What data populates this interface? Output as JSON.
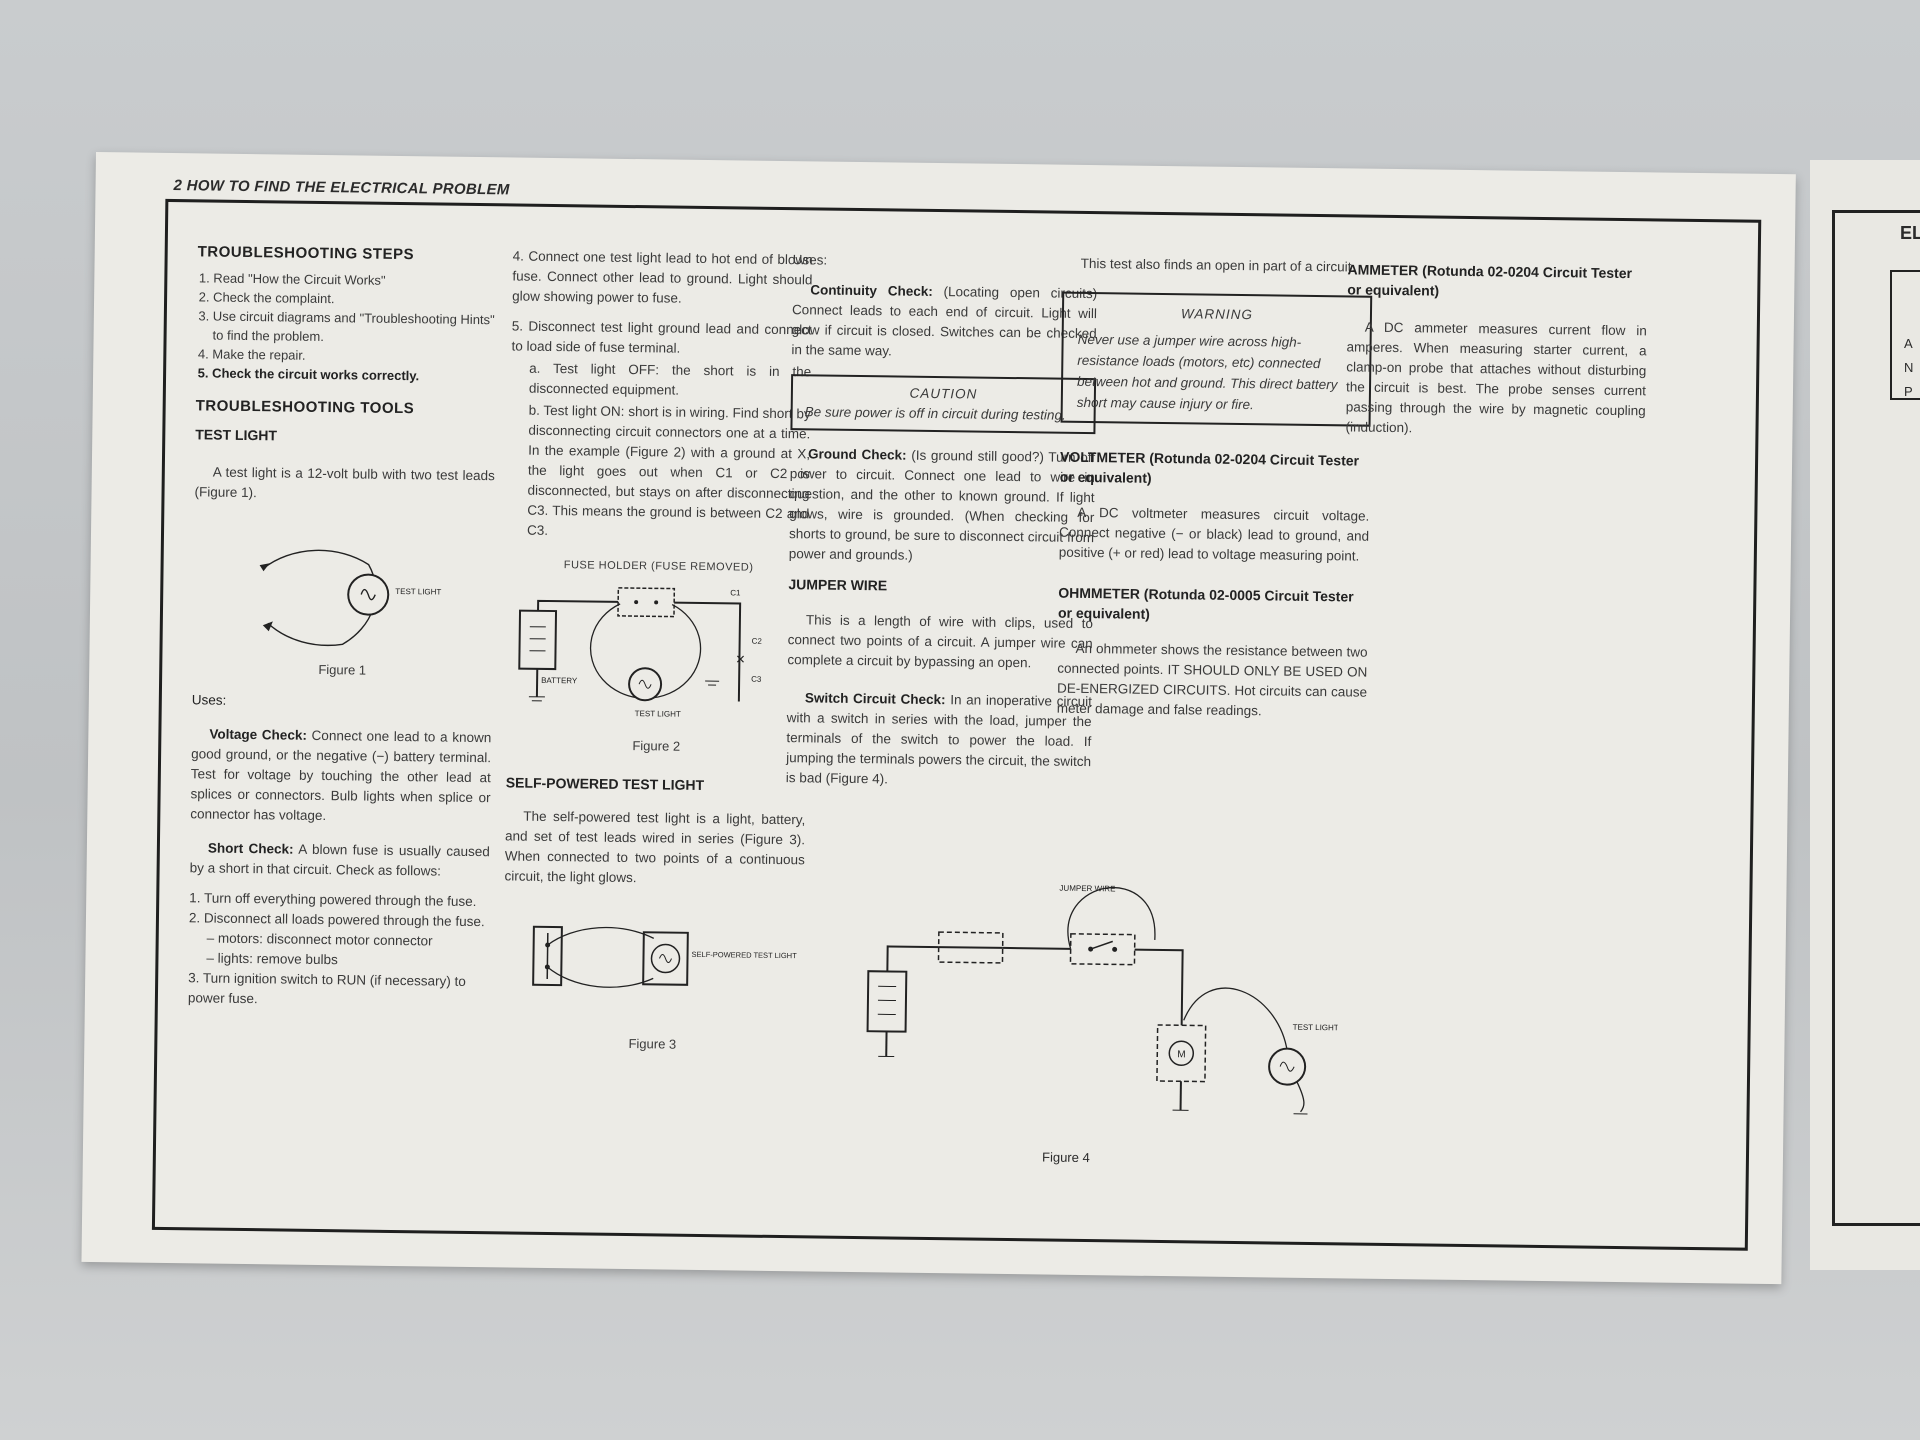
{
  "header": {
    "page_title": "2  HOW TO FIND THE ELECTRICAL PROBLEM"
  },
  "col1": {
    "steps_title": "TROUBLESHOOTING STEPS",
    "steps": [
      "Read \"How the Circuit Works\"",
      "Check the complaint.",
      "Use circuit diagrams and \"Troubleshooting Hints\" to find the problem.",
      "Make the repair.",
      "Check the circuit works correctly."
    ],
    "tools_title": "TROUBLESHOOTING TOOLS",
    "test_light_title": "TEST LIGHT",
    "test_light_text": "A test light is a 12-volt bulb with two test leads (Figure 1).",
    "figure1_label": "TEST LIGHT",
    "figure1_caption": "Figure 1",
    "uses_title": "Uses:",
    "voltage_check_label": "Voltage Check:",
    "voltage_check_text": "Connect one lead to a known good ground, or the negative (−) battery terminal. Test for voltage by touching the other lead at splices or connectors. Bulb lights when splice or connector has voltage.",
    "short_check_label": "Short Check:",
    "short_check_text": "A blown fuse is usually caused by a short in that circuit. Check as follows:",
    "short_steps": [
      "1. Turn off everything powered through the fuse.",
      "2. Disconnect all loads powered through the fuse.",
      "– motors: disconnect motor connector",
      "– lights: remove bulbs",
      "3. Turn ignition switch to RUN (if necessary) to power fuse."
    ]
  },
  "col2": {
    "step4": "4. Connect one test light lead to hot end of blown fuse. Connect other lead to ground. Light should glow showing power to fuse.",
    "step5": "5. Disconnect test light ground lead and connect to load side of fuse terminal.",
    "step5a": "a. Test light OFF: the short is in the disconnected equipment.",
    "step5b": "b. Test light ON: short is in wiring. Find short by disconnecting circuit connectors one at a time. In the example (Figure 2) with a ground at X, the light goes out when C1 or C2 is disconnected, but stays on after disconnecting C3. This means the ground is between C2 and C3.",
    "figure2_title": "FUSE HOLDER (FUSE REMOVED)",
    "figure2_labels": {
      "battery": "BATTERY",
      "test_light": "TEST LIGHT",
      "c1": "C1",
      "c2": "C2",
      "c3": "C3"
    },
    "figure2_caption": "Figure 2",
    "self_powered_title": "SELF-POWERED TEST LIGHT",
    "self_powered_text": "The self-powered test light is a light, battery, and set of test leads wired in series (Figure 3). When connected to two points of a continuous circuit, the light glows.",
    "figure3_label": "SELF-POWERED TEST LIGHT",
    "figure3_caption": "Figure 3"
  },
  "col3": {
    "uses_title": "Uses:",
    "continuity_label": "Continuity Check:",
    "continuity_text": "(Locating open circuits) Connect leads to each end of circuit. Light will glow if circuit is closed. Switches can be checked in the same way.",
    "caution_title": "CAUTION",
    "caution_text": "Be sure power is off in circuit during testing.",
    "ground_label": "Ground Check:",
    "ground_text": "(Is ground still good?) Turn off power to circuit. Connect one lead to wire in question, and the other to known ground. If light glows, wire is grounded. (When checking for shorts to ground, be sure to disconnect circuit from power and grounds.)",
    "jumper_title": "JUMPER WIRE",
    "jumper_text": "This is a length of wire with clips, used to connect two points of a circuit. A jumper wire can complete a circuit by bypassing an open.",
    "switch_label": "Switch Circuit Check:",
    "switch_text": "In an inoperative circuit with a switch in series with the load, jumper the terminals of the switch to power the load. If jumping the terminals powers the circuit, the switch is bad (Figure 4).",
    "figure4_labels": {
      "jumper": "JUMPER WIRE",
      "test_light": "TEST LIGHT"
    },
    "figure4_caption": "Figure 4"
  },
  "col4": {
    "open_text": "This test also finds an open in part of a circuit.",
    "warning_title": "WARNING",
    "warning_text": "Never use a jumper wire across high-resistance loads (motors, etc) connected between hot and ground. This direct battery short may cause injury or fire.",
    "voltmeter_title": "VOLTMETER (Rotunda 02-0204 Circuit Tester or equivalent)",
    "voltmeter_text": "A DC voltmeter measures circuit voltage. Connect negative (− or black) lead to ground, and positive (+ or red) lead to voltage measuring point.",
    "ohmmeter_title": "OHMMETER (Rotunda 02-0005 Circuit Tester or equivalent)",
    "ohmmeter_text": "An ohmmeter shows the resistance between two connected points. IT SHOULD ONLY BE USED ON DE-ENERGIZED CIRCUITS. Hot circuits can cause meter damage and false readings."
  },
  "col5": {
    "ammeter_title": "AMMETER (Rotunda 02-0204 Circuit Tester or equivalent)",
    "ammeter_text": "A DC ammeter measures current flow in amperes. When measuring starter current, a clamp-on probe that attaches without disturbing the circuit is best. The probe senses current passing through the wire by magnetic coupling (induction)."
  },
  "right_page": {
    "title": "EL",
    "box_letters": [
      "A",
      "N",
      "P"
    ]
  }
}
